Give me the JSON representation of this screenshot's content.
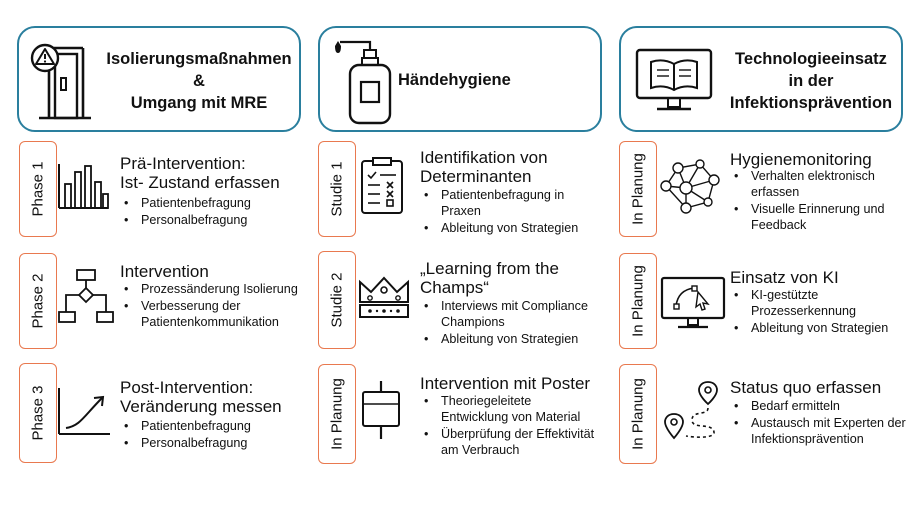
{
  "columns": [
    {
      "title_lines": [
        "Isolierungsmaßnahmen",
        "&",
        "Umgang mit MRE"
      ],
      "icon": "warning-door-icon",
      "cards": [
        {
          "tab": "Phase 1",
          "icon": "bar-chart-icon",
          "title_lines": [
            "Prä-Intervention:",
            "Ist- Zustand erfassen"
          ],
          "bullets": [
            "Patientenbefragung",
            "Personalbefragung"
          ]
        },
        {
          "tab": "Phase 2",
          "icon": "flowchart-icon",
          "title_lines": [
            "Intervention"
          ],
          "bullets": [
            "Prozessänderung Isolierung",
            "Verbesserung der Patientenkommunikation"
          ]
        },
        {
          "tab": "Phase 3",
          "icon": "trend-up-icon",
          "title_lines": [
            "Post-Intervention:",
            "Veränderung messen"
          ],
          "bullets": [
            "Patientenbefragung",
            "Personalbefragung"
          ]
        }
      ]
    },
    {
      "title_lines": [
        "Händehygiene"
      ],
      "icon": "soap-dispenser-icon",
      "cards": [
        {
          "tab": "Studie 1",
          "icon": "checklist-icon",
          "title_lines": [
            "Identifikation von",
            "Determinanten"
          ],
          "bullets": [
            "Patientenbefragung in Praxen",
            "Ableitung von Strategien"
          ]
        },
        {
          "tab": "Studie 2",
          "icon": "crown-icon",
          "title_lines": [
            "„Learning from the",
            "Champs“"
          ],
          "bullets": [
            "Interviews mit Compliance Champions",
            "Ableitung von Strategien"
          ]
        },
        {
          "tab": "In Planung",
          "icon": "poster-icon",
          "title_lines": [
            "Intervention mit Poster"
          ],
          "bullets": [
            "Theoriegeleitete Entwicklung von Material",
            "Überprüfung der Effektivität am Verbrauch"
          ]
        }
      ]
    },
    {
      "title_lines": [
        "Technologieeinsatz",
        "in der",
        "Infektionsprävention"
      ],
      "icon": "monitor-book-icon",
      "cards": [
        {
          "tab": "In Planung",
          "icon": "network-icon",
          "title_lines": [
            "Hygienemonitoring"
          ],
          "bullets": [
            "Verhalten elektronisch erfassen",
            "Visuelle Erinnerung und Feedback"
          ]
        },
        {
          "tab": "In Planung",
          "icon": "monitor-ai-icon",
          "title_lines": [
            "Einsatz von KI"
          ],
          "bullets": [
            "KI-gestützte Prozesserkennung",
            "Ableitung von Strategien"
          ]
        },
        {
          "tab": "In Planung",
          "icon": "route-icon",
          "title_lines": [
            "Status quo erfassen"
          ],
          "bullets": [
            "Bedarf ermitteln",
            "Austausch mit Experten der Infektionsprävention"
          ]
        }
      ]
    }
  ]
}
